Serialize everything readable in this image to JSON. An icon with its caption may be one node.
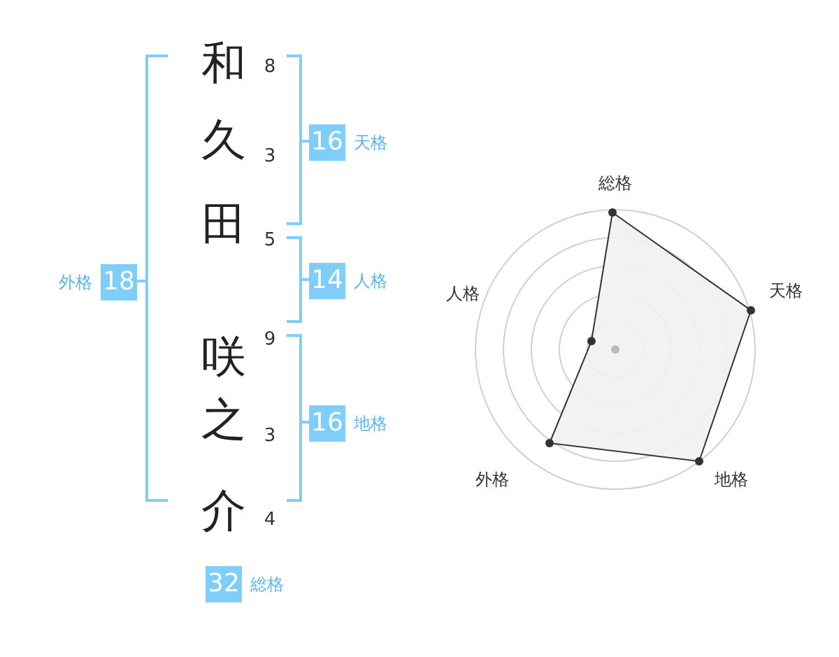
{
  "diagram": {
    "nodes": [
      {
        "text": [
          "16"
        ],
        "beside": [
          "天格"
        ]
      },
      {
        "text": [
          "18"
        ],
        "beside": [
          "外格"
        ]
      },
      {
        "text": [
          "14"
        ],
        "beside": [
          "人格"
        ]
      },
      {
        "text": [
          "16"
        ],
        "beside": [
          "地格"
        ]
      },
      {
        "text": [
          "32"
        ],
        "beside": [
          "総格"
        ]
      }
    ],
    "labels": [
      "和",
      "8",
      "久",
      "3",
      "田",
      "5",
      "咲",
      "9",
      "之",
      "3",
      "介",
      "4",
      "総格",
      "人格",
      "天格",
      "外格",
      "地格"
    ]
  }
}
